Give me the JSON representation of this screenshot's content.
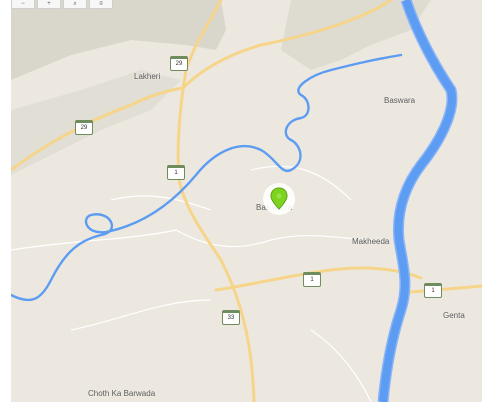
{
  "map": {
    "toolbar": [
      {
        "id": "zoom-out",
        "label": "−",
        "icon": "minus-icon"
      },
      {
        "id": "zoom-in",
        "label": "+",
        "icon": "plus-icon"
      },
      {
        "id": "search",
        "label": "⌕",
        "icon": "search-icon"
      },
      {
        "id": "layers",
        "label": "≡",
        "icon": "layers-icon"
      }
    ],
    "places": [
      {
        "id": "lakheri",
        "label": "Lakheri"
      },
      {
        "id": "baswara",
        "label": "Baswara"
      },
      {
        "id": "bas-warra",
        "label": "Bas warra"
      },
      {
        "id": "makheeda",
        "label": "Makheeda"
      },
      {
        "id": "genta",
        "label": "Genta"
      },
      {
        "id": "choth-ka-barwada",
        "label": "Choth Ka Barwada"
      }
    ],
    "route_shields": [
      {
        "id": "shield-29a",
        "label": "29"
      },
      {
        "id": "shield-29b",
        "label": "29"
      },
      {
        "id": "shield-1a",
        "label": "1"
      },
      {
        "id": "shield-1b",
        "label": "1"
      },
      {
        "id": "shield-1c",
        "label": "1"
      },
      {
        "id": "shield-33",
        "label": "33"
      }
    ],
    "marker": {
      "icon": "map-pin-icon",
      "color": "#7ed321"
    },
    "colors": {
      "land": "#ece8df",
      "water": "#8ab4f8",
      "river": "#5c9cf2",
      "highway": "#f6d58a",
      "minor_road": "#ffffff"
    }
  }
}
